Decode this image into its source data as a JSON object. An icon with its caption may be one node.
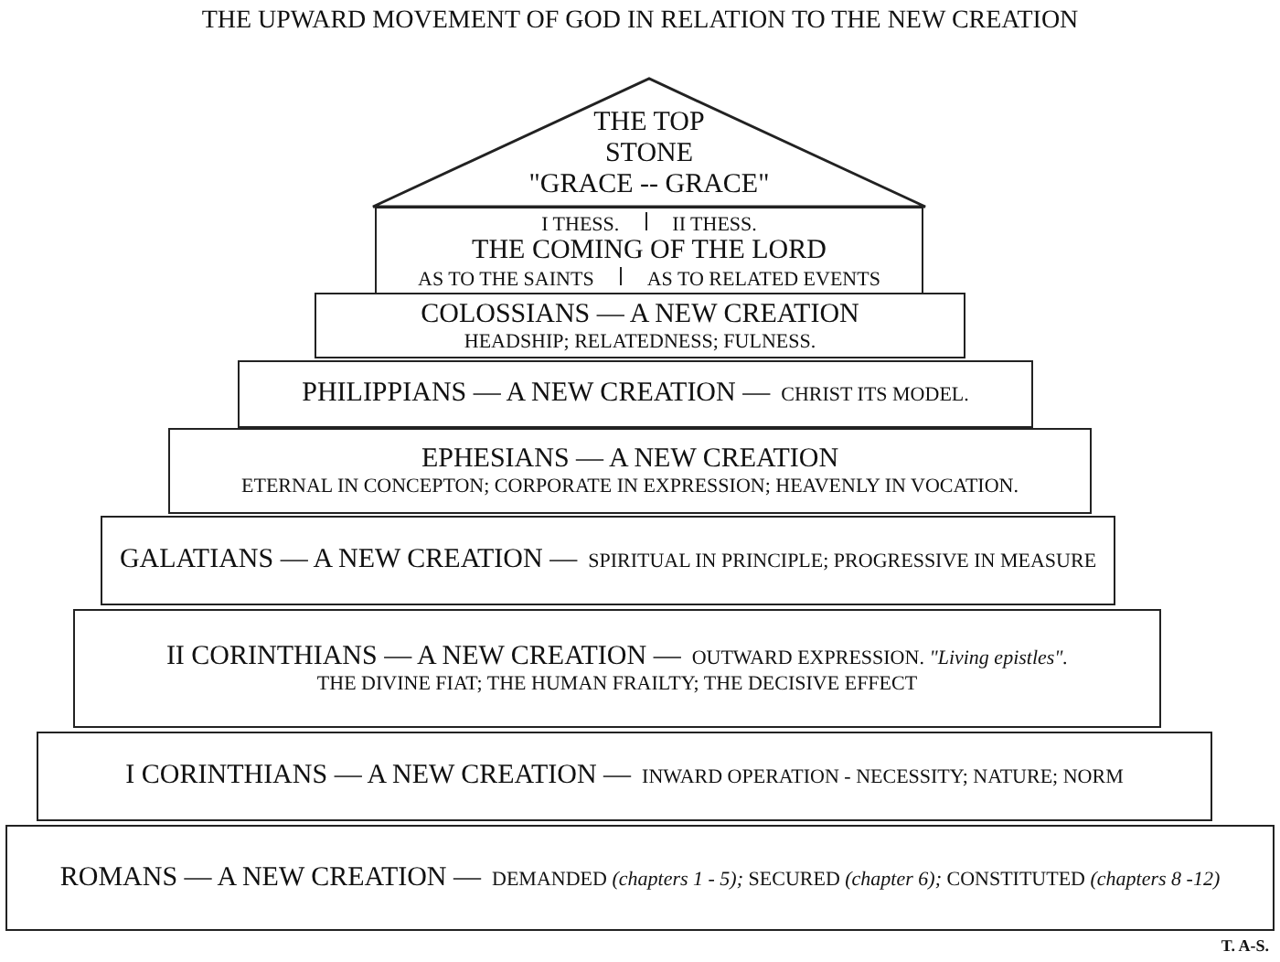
{
  "diagram": {
    "title": "THE UPWARD MOVEMENT OF GOD IN RELATION TO THE NEW CREATION",
    "nodes": [
      {
        "text": [
          "THE TOP STONE",
          "\"GRACE -- GRACE\""
        ]
      },
      {
        "text": [
          "I THESS.",
          "II THESS.",
          "THE COMING OF THE LORD",
          "AS TO THE SAINTS",
          "AS TO RELATED EVENTS"
        ]
      },
      {
        "text": [
          "COLOSSIANS — A NEW CREATION",
          "HEADSHIP; RELATEDNESS; FULNESS."
        ]
      },
      {
        "text": [
          "PHILIPPIANS — A NEW CREATION —",
          "CHRIST ITS MODEL."
        ]
      },
      {
        "text": [
          "EPHESIANS — A NEW CREATION",
          "ETERNAL IN CONCEPTON; CORPORATE IN EXPRESSION; HEAVENLY IN VOCATION."
        ]
      },
      {
        "text": [
          "GALATIANS — A NEW CREATION —",
          "SPIRITUAL IN PRINCIPLE; PROGRESSIVE IN MEASURE"
        ]
      },
      {
        "text": [
          "II CORINTHIANS — A NEW CREATION —",
          "OUTWARD EXPRESSION. *\"Living epistles\".*",
          "THE DIVINE FIAT; THE HUMAN FRAILTY; THE DECISIVE EFFECT"
        ]
      },
      {
        "text": [
          "I CORINTHIANS — A NEW CREATION —",
          "INWARD OPERATION - NECESSITY; NATURE; NORM"
        ]
      },
      {
        "text": [
          "ROMANS — A NEW CREATION —",
          "DEMANDED *(chapters 1 - 5);* SECURED *(chapter 6);* CONSTITUTED *(chapters 8 -12)*"
        ]
      }
    ],
    "labels": [
      "T. A-S."
    ]
  }
}
